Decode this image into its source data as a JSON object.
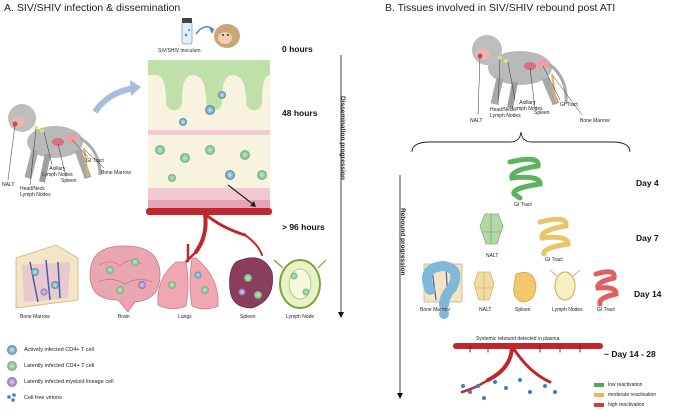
{
  "panel_a": {
    "title": "A. SIV/SHIV infection & dissemination",
    "inoculum_label": "SIV/SHIV inoculum",
    "times": [
      "0 hours",
      "48 hours",
      "> 96 hours"
    ],
    "axis_label": "Dissemination progression",
    "monkey_labels": [
      "NALT",
      "Head/Neck\nLymph Nodes",
      "Axillary\nLymph Nodes",
      "Spleen",
      "GI Tract",
      "Bone Marrow"
    ],
    "organs": [
      "Bone Marrow",
      "Brain",
      "Lungs",
      "Spleen",
      "Lymph Node"
    ],
    "legend": [
      {
        "label": "Actively infected CD4+ T cell",
        "color": "#4f8fa8"
      },
      {
        "label": "Latently infected CD4+ T cell",
        "color": "#5fae6a"
      },
      {
        "label": "Latently infected myeloid lineage cell",
        "color": "#8a6fb0"
      },
      {
        "label": "Cell free virions",
        "color": "#3f7fc0"
      }
    ]
  },
  "panel_b": {
    "title": "B. Tissues involved in SIV/SHIV rebound post ATI",
    "monkey_labels": [
      "NALT",
      "Head/Neck\nLymph Nodes",
      "Axillary\nLymph Nodes",
      "Spleen",
      "GI Tract",
      "Bone Marrow"
    ],
    "axis_label": "Rebound progression",
    "days": [
      "Day 4",
      "Day 7",
      "Day 14",
      "~ Day 14 - 28"
    ],
    "day4_organs": [
      "GI Tract"
    ],
    "day7_organs": [
      "NALT",
      "GI Tract"
    ],
    "day14_organs": [
      "Bone Marrow",
      "NALT",
      "Spleen",
      "Lymph Nodes",
      "GI Tract"
    ],
    "plasma_label": "Systemic rebound detected in plasma",
    "legend": [
      {
        "label": "low reactivation",
        "color": "#4caf50"
      },
      {
        "label": "moderate reactivation",
        "color": "#e8b84a"
      },
      {
        "label": "high reactivation",
        "color": "#d63a3a"
      }
    ]
  }
}
